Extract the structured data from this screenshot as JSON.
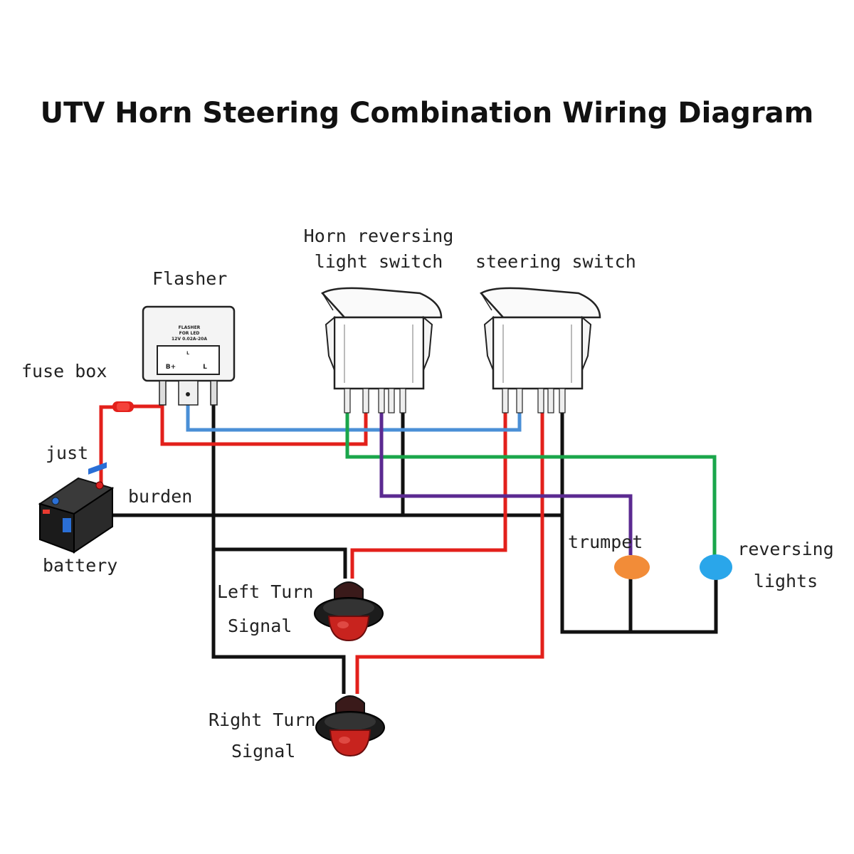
{
  "title": "UTV Horn Steering Combination Wiring Diagram",
  "labels": {
    "fuse_box": "fuse box",
    "just": "just",
    "burden": "burden",
    "battery": "battery",
    "flasher": "Flasher",
    "horn_switch_line1": "Horn reversing",
    "horn_switch_line2": "light switch",
    "steering_switch": "steering switch",
    "trumpet": "trumpet",
    "reversing_line1": "reversing",
    "reversing_line2": "lights",
    "left_turn_line1": "Left Turn",
    "left_turn_line2": "Signal",
    "right_turn_line1": "Right Turn",
    "right_turn_line2": "Signal"
  },
  "flasher_face": {
    "line1": "FLASHER",
    "line2": "FOR LED",
    "line3": "12V 0.02A-20A",
    "line4": "L",
    "term_b": "B+",
    "term_l": "L"
  },
  "colors": {
    "red_wire": "#e3201b",
    "black_wire": "#111111",
    "blue_wire": "#4a8fd6",
    "green_wire": "#1aa64b",
    "purple_wire": "#5b2a91",
    "trumpet_lamp": "#f28c38",
    "reversing_lamp": "#2aa6ea",
    "turn_signal_lens": "#c8231e"
  },
  "icons": [
    "battery-icon",
    "fuse-icon",
    "flasher-relay-icon",
    "rocker-switch-icon",
    "turn-signal-lamp-icon",
    "lamp-icon"
  ]
}
